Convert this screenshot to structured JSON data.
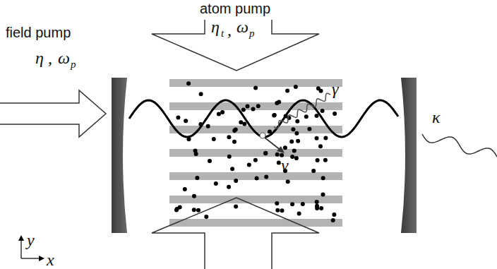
{
  "diagram": {
    "labels": [
      "atom pump",
      "η",
      "t",
      ",",
      "ω",
      "p",
      "field pump",
      "η ,",
      "ω",
      "p",
      "γ",
      "v",
      "κ",
      "y",
      "x"
    ]
  }
}
